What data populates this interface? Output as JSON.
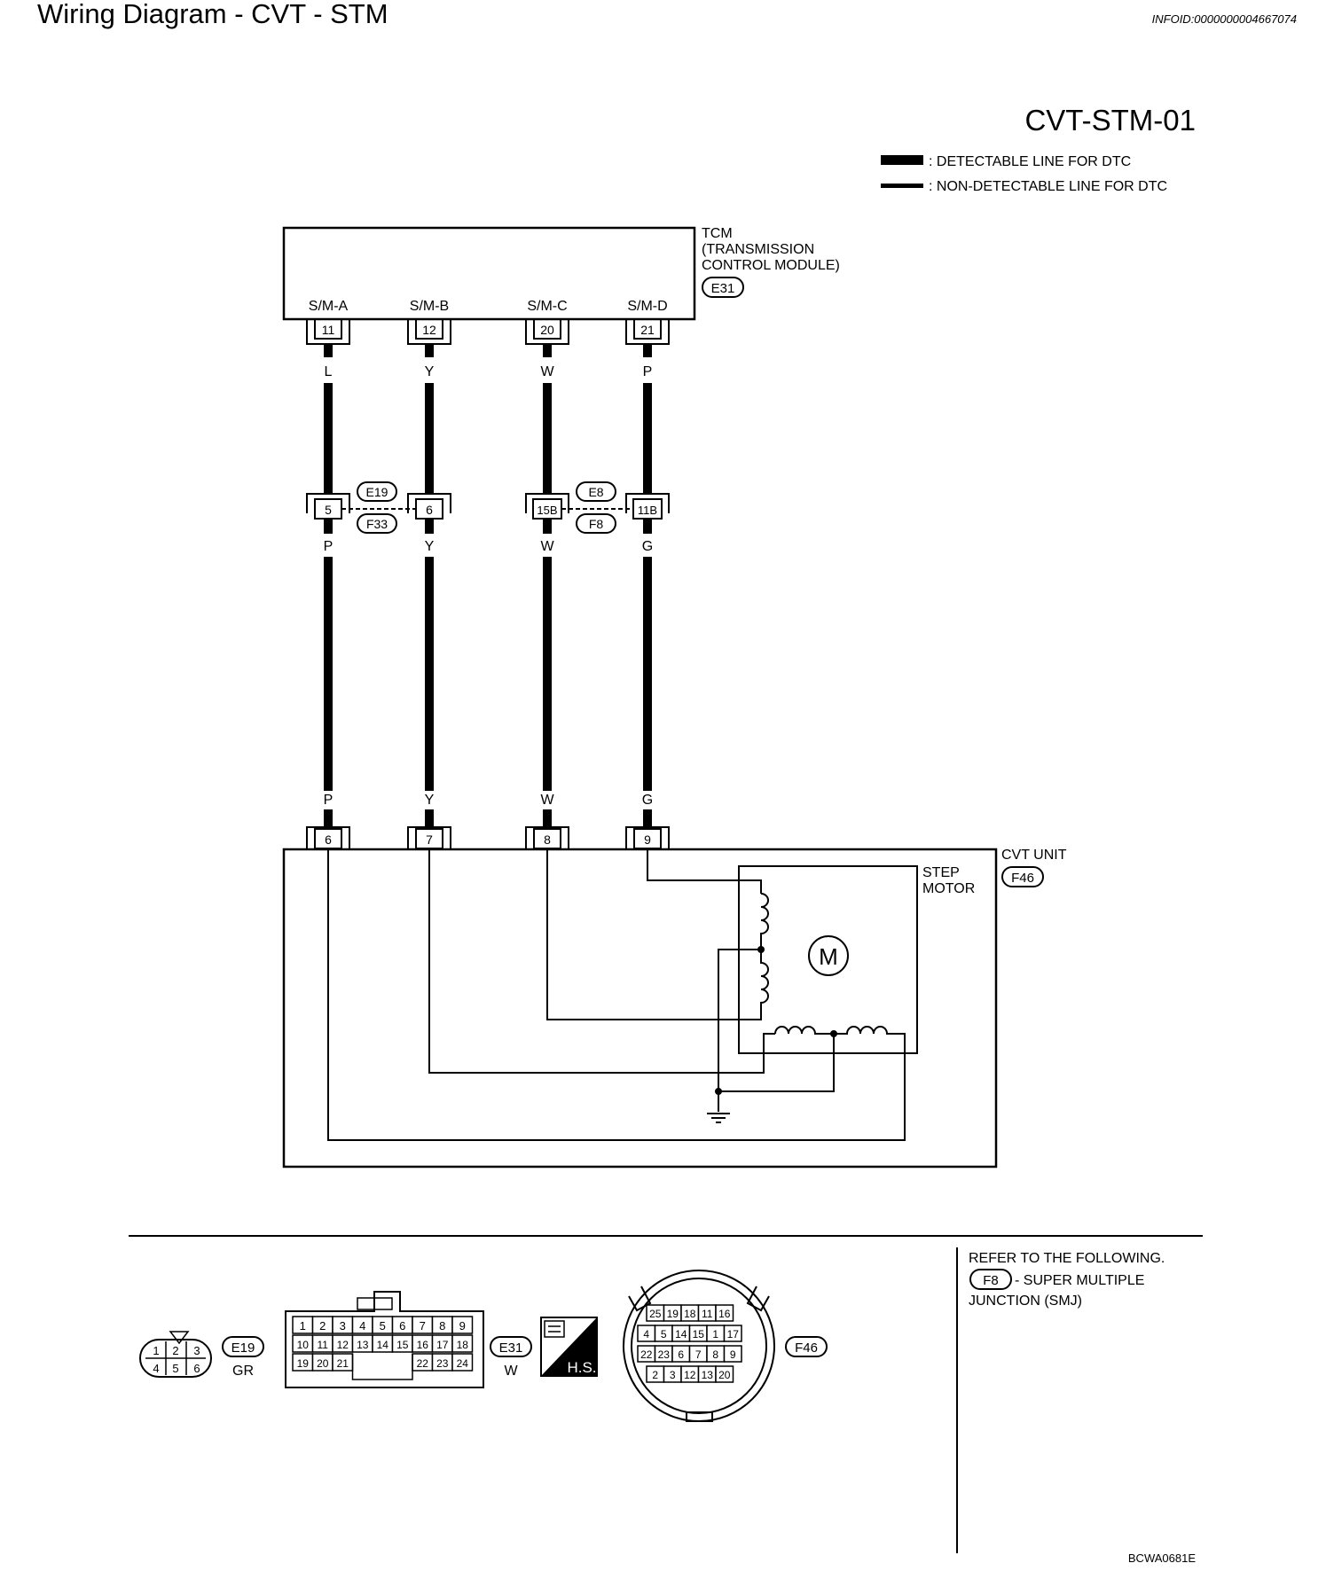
{
  "header": {
    "title": "Wiring Diagram - CVT - STM",
    "infoid": "INFOID:0000000004667074"
  },
  "diagram_id": "CVT-STM-01",
  "legend": {
    "detectable": ": DETECTABLE LINE FOR DTC",
    "non_detectable": ": NON-DETECTABLE LINE FOR DTC"
  },
  "tcm": {
    "name_line1": "TCM",
    "name_line2": "(TRANSMISSION",
    "name_line3": "CONTROL MODULE)",
    "connector": "E31",
    "terminals": [
      {
        "label": "S/M-A",
        "pin": "11",
        "wire_color": "L"
      },
      {
        "label": "S/M-B",
        "pin": "12",
        "wire_color": "Y"
      },
      {
        "label": "S/M-C",
        "pin": "20",
        "wire_color": "W"
      },
      {
        "label": "S/M-D",
        "pin": "21",
        "wire_color": "P"
      }
    ]
  },
  "junction": {
    "left": {
      "upper": "E19",
      "lower": "F33",
      "pins": [
        "5",
        "6"
      ]
    },
    "right": {
      "upper": "E8",
      "lower": "F8",
      "pins": [
        "15B",
        "11B"
      ]
    },
    "lower_colors": [
      "P",
      "Y",
      "W",
      "G"
    ]
  },
  "cvt_unit": {
    "name": "CVT UNIT",
    "connector": "F46",
    "wire_colors": [
      "P",
      "Y",
      "W",
      "G"
    ],
    "pins": [
      "6",
      "7",
      "8",
      "9"
    ],
    "step_motor_line1": "STEP",
    "step_motor_line2": "MOTOR",
    "motor_symbol": "M"
  },
  "connectors": {
    "e19": {
      "id": "E19",
      "color": "GR",
      "pins": [
        "1",
        "2",
        "3",
        "4",
        "5",
        "6"
      ]
    },
    "e31": {
      "id": "E31",
      "color": "W",
      "row1": [
        "1",
        "2",
        "3",
        "4",
        "5",
        "6",
        "7",
        "8",
        "9"
      ],
      "row2": [
        "10",
        "11",
        "12",
        "13",
        "14",
        "15",
        "16",
        "17",
        "18"
      ],
      "row3": [
        "19",
        "20",
        "21",
        "22",
        "23",
        "24"
      ]
    },
    "hs": "H.S.",
    "f46": {
      "id": "F46",
      "row1": [
        "25",
        "19",
        "18",
        "11",
        "16"
      ],
      "row2": [
        "4",
        "5",
        "14",
        "15",
        "1",
        "17"
      ],
      "row3": [
        "22",
        "23",
        "6",
        "7",
        "8",
        "9"
      ],
      "row4": [
        "2",
        "3",
        "12",
        "13",
        "20"
      ]
    }
  },
  "refer": {
    "line1": "REFER TO THE FOLLOWING.",
    "connector": "F8",
    "line2": "- SUPER MULTIPLE",
    "line3": "JUNCTION (SMJ)"
  },
  "footer_code": "BCWA0681E",
  "icons": {
    "ground": "ground-icon",
    "coil": "coil-icon",
    "motor": "motor-icon",
    "hs_badge": "harness-side-icon"
  }
}
